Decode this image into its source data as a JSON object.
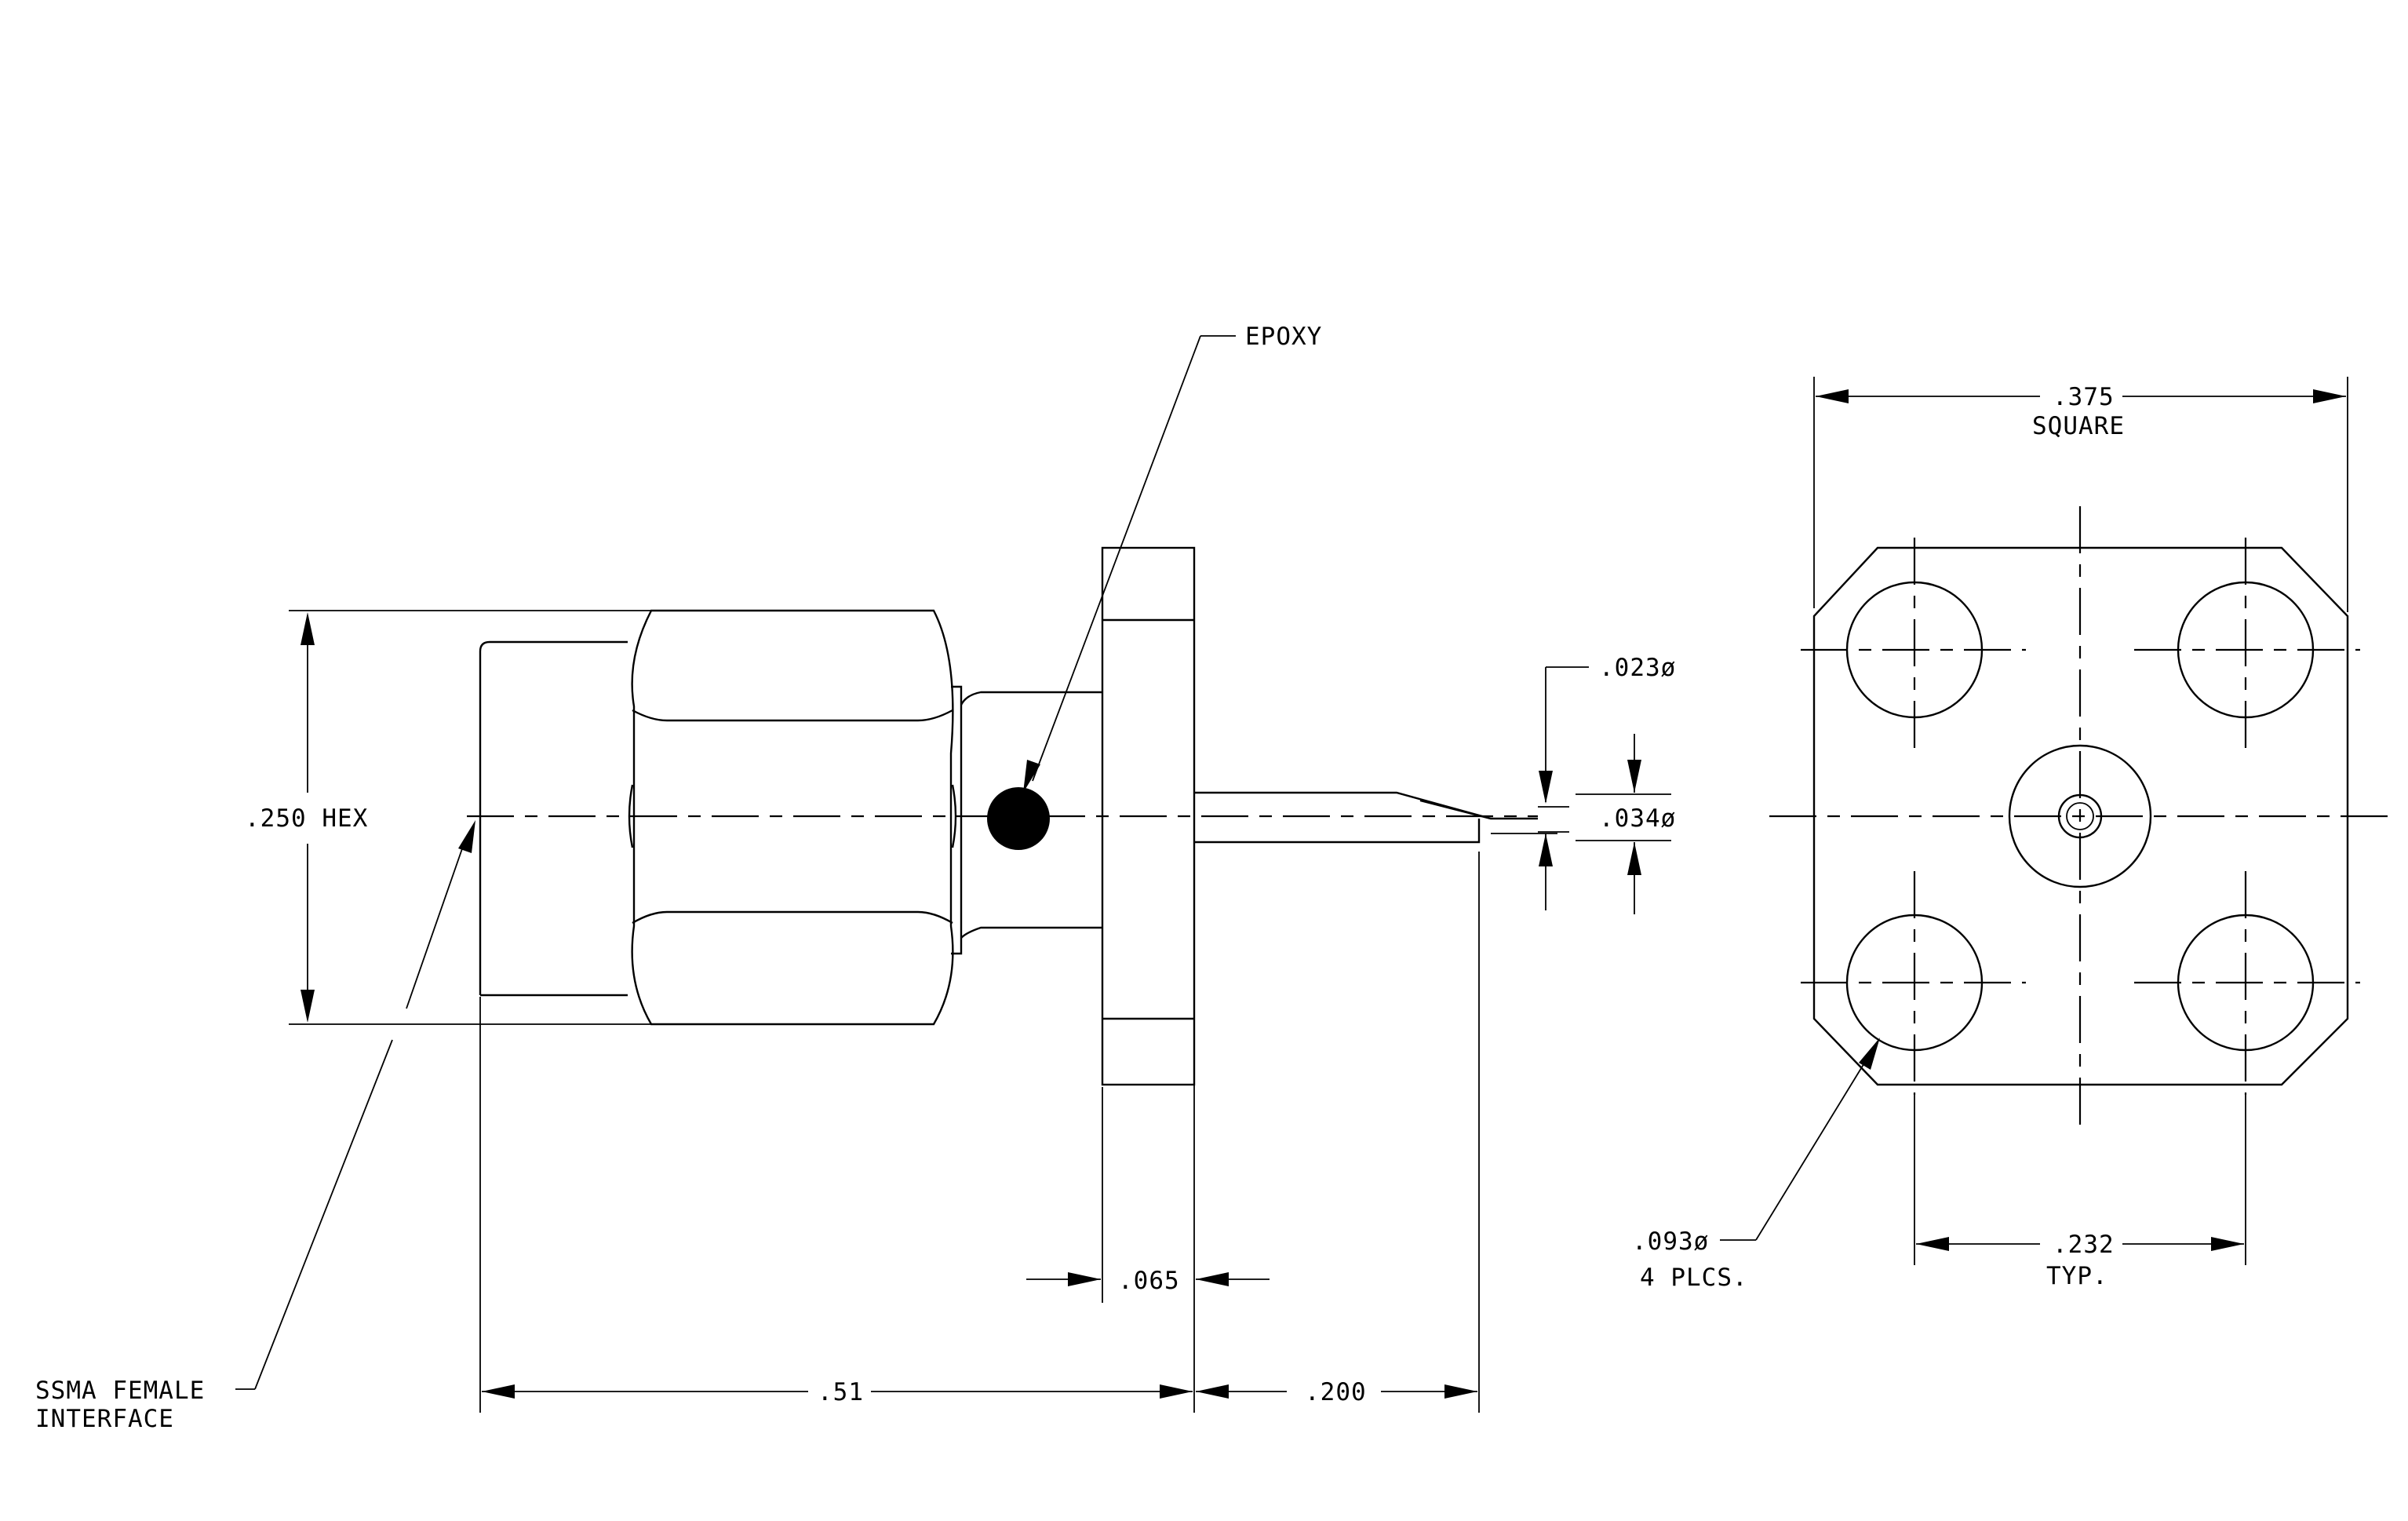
{
  "labels": {
    "epoxy": "EPOXY",
    "hex": ".250  HEX",
    "interface_line1": "SSMA  FEMALE",
    "interface_line2": "INTERFACE",
    "flange_thickness": ".065",
    "overall_length": ".51",
    "pin_length": ".200",
    "pin_tip_dia": ".023ø",
    "pin_dia": ".034ø",
    "square_dim": ".375",
    "square_word": "SQUARE",
    "hole_dia": ".093ø",
    "hole_count": "4  PLCS.",
    "hole_spacing": ".232",
    "hole_spacing_note": "TYP."
  },
  "colors": {
    "line": "#000000",
    "background": "#ffffff"
  }
}
